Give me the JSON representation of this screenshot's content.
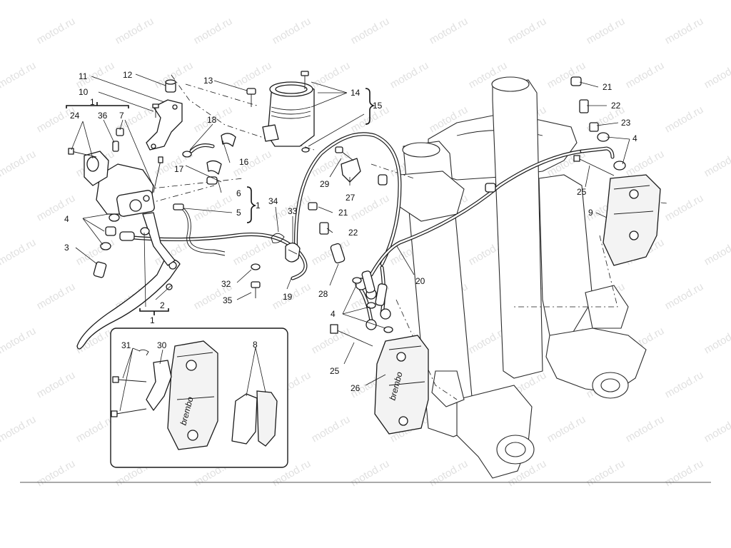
{
  "watermark": "motod.ru",
  "callouts": {
    "c1a": "1",
    "c1b": "1",
    "c1c": "1",
    "c2": "2",
    "c3": "3",
    "c4a": "4",
    "c4b": "4",
    "c4c": "4",
    "c5": "5",
    "c6": "6",
    "c7": "7",
    "c8": "8",
    "c9": "9",
    "c10": "10",
    "c11": "11",
    "c12": "12",
    "c13": "13",
    "c14": "14",
    "c15": "15",
    "c16": "16",
    "c17": "17",
    "c18": "18",
    "c19": "19",
    "c20": "20",
    "c21a": "21",
    "c21b": "21",
    "c22a": "22",
    "c22b": "22",
    "c23": "23",
    "c24": "24",
    "c25a": "25",
    "c25b": "25",
    "c26": "26",
    "c27": "27",
    "c28": "28",
    "c29": "29",
    "c30": "30",
    "c31": "31",
    "c32": "32",
    "c33": "33",
    "c34": "34",
    "c35": "35",
    "c36": "36"
  },
  "caliper_brand": "brembo"
}
